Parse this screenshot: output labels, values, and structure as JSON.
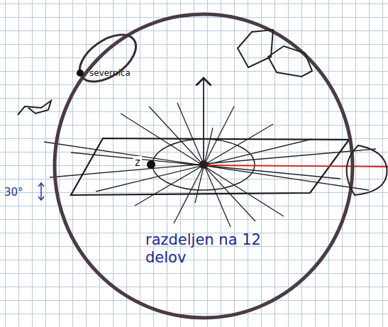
{
  "diagram": {
    "labels": [
      "severnica",
      "z",
      "30°",
      "razdeljen na 12 delov"
    ]
  }
}
